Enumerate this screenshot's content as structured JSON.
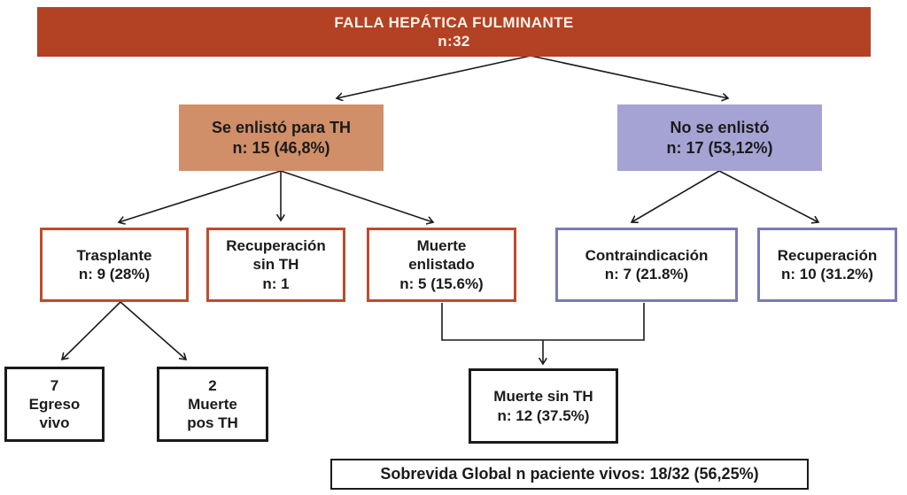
{
  "colors": {
    "banner_fill": "#b34124",
    "banner_text": "#f8f1e8",
    "enlisted_fill": "#d08f68",
    "not_enlisted_fill": "#a5a3d3",
    "red_border": "#c04a2c",
    "purple_border": "#7a79b9",
    "black_border": "#1b1b1b",
    "text": "#1b1b1b"
  },
  "nodes": {
    "root": {
      "line1": "FALLA HEPÁTICA FULMINANTE",
      "line2": "n:32"
    },
    "enlisted": {
      "line1": "Se enlistó para TH",
      "line2": "n: 15 (46,8%)"
    },
    "not_enlisted": {
      "line1": "No se enlistó",
      "line2": "n: 17 (53,12%)"
    },
    "trasplante": {
      "line1": "Trasplante",
      "line2": "n: 9 (28%)"
    },
    "recuperacion_sin_th": {
      "line1": "Recuperación",
      "line2": "sin TH",
      "line3": "n: 1"
    },
    "muerte_enlistado": {
      "line1": "Muerte",
      "line2": "enlistado",
      "line3": "n: 5 (15.6%)"
    },
    "contraindicacion": {
      "line1": "Contraindicación",
      "line2": "n: 7 (21.8%)"
    },
    "recuperacion": {
      "line1": "Recuperación",
      "line2": "n: 10 (31.2%)"
    },
    "egreso_vivo": {
      "line1": "7",
      "line2": "Egreso",
      "line3": "vivo"
    },
    "muerte_pos_th": {
      "line1": "2",
      "line2": "Muerte",
      "line3": "pos TH"
    },
    "muerte_sin_th": {
      "line1": "Muerte sin TH",
      "line2": "n: 12 (37.5%)"
    },
    "sobrevida": {
      "line1": "Sobrevida Global n paciente vivos: 18/32 (56,25%)"
    }
  }
}
